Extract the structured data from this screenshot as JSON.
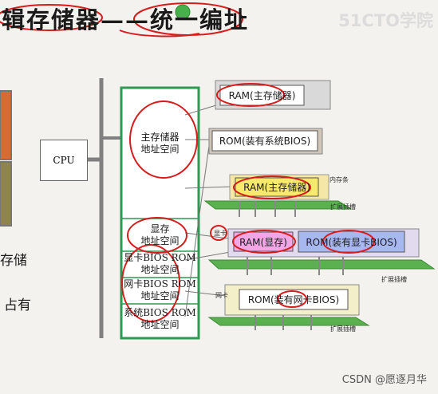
{
  "title": "辑存储器——统一编址",
  "watermark": "51CTO学院",
  "left_text": [
    "存储",
    "占有"
  ],
  "cpu_label": "CPU",
  "memory_map": [
    {
      "lines": [
        "主存储器",
        "地址空间"
      ]
    },
    {
      "lines": [
        "显存",
        "地址空间"
      ]
    },
    {
      "lines": [
        "显卡BIOS ROM",
        "地址空间"
      ]
    },
    {
      "lines": [
        "网卡BIOS ROM",
        "地址空间"
      ]
    },
    {
      "lines": [
        "系统BIOS ROM",
        "地址空间"
      ]
    }
  ],
  "modules": {
    "ram_main_top": "RAM(主存储器)",
    "rom_system": "ROM(装有系统BIOS)",
    "ram_main_card": "RAM(主存储器)",
    "ram_video": "RAM(显存)",
    "rom_video": "ROM(装有显卡BIOS)",
    "rom_nic": "ROM(装有网卡BIOS)"
  },
  "small_labels": {
    "memory_stick": "内存条",
    "expansion_slot_1": "扩展插槽",
    "video_card": "显卡",
    "expansion_slot_2": "扩展插槽",
    "nic": "网卡",
    "expansion_slot_3": "扩展插槽"
  },
  "footer": "CSDN @愿逐月华"
}
